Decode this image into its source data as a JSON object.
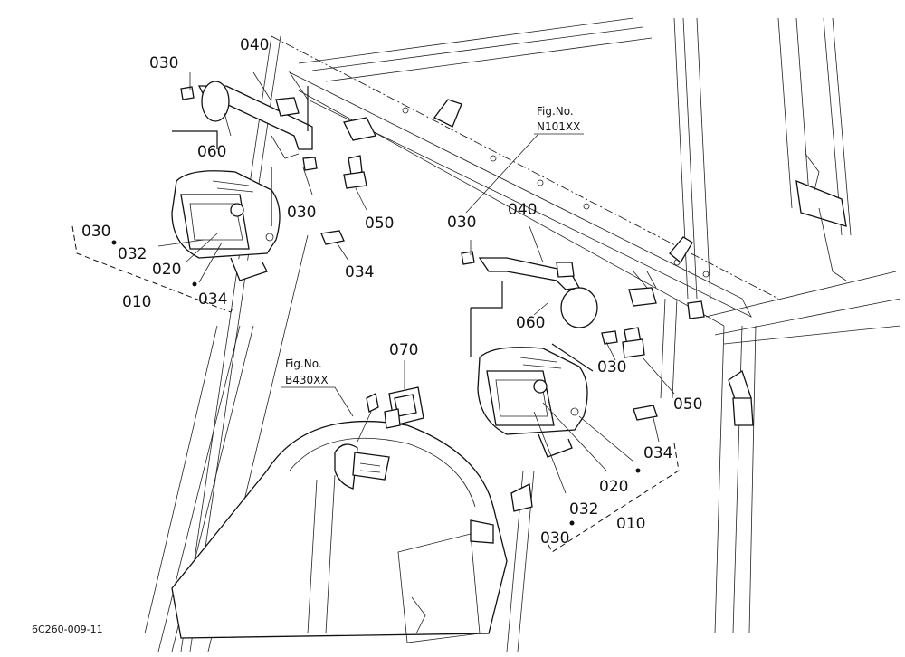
{
  "diagram_code": "6C260-009-11",
  "figure_refs": {
    "n101": {
      "line1": "Fig.No.",
      "line2": "N101XX"
    },
    "b430": {
      "line1": "Fig.No.",
      "line2": "B430XX"
    }
  },
  "left_lamp": {
    "bolt_top": "030",
    "bracket": "040",
    "band": "060",
    "bolt_mid": "030",
    "nut": "050",
    "screw": "034",
    "set_bolt": "030",
    "set_lens": "032",
    "set_lamp": "020",
    "set_screw": "034",
    "set_assembly": "010"
  },
  "right_lamp": {
    "bolt_top": "030",
    "bracket": "040",
    "band": "060",
    "bolt_mid": "030",
    "nut": "050",
    "screw": "034",
    "set_lamp": "020",
    "set_lens": "032",
    "set_bolt": "030",
    "set_assembly": "010"
  },
  "switch": {
    "label": "070"
  }
}
